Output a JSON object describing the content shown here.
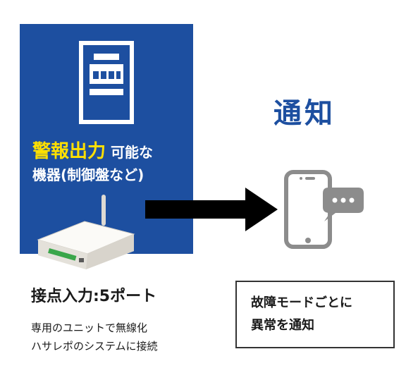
{
  "panel": {
    "highlight": "警報出力",
    "line1_rest": "可能な",
    "line2": "機器(制御盤など)",
    "bg_color": "#1d4fa0",
    "highlight_color": "#ffe000",
    "icon": "control-panel-icon"
  },
  "notify": {
    "title": "通知",
    "color": "#1d4fa0",
    "icon": "smartphone-notification-icon"
  },
  "input": {
    "title": "接点入力:5ポート",
    "desc_line1": "専用のユニットで無線化",
    "desc_line2": "ハサレポのシステムに接続"
  },
  "box": {
    "line1": "故障モードごとに",
    "line2": "異常を通知"
  }
}
